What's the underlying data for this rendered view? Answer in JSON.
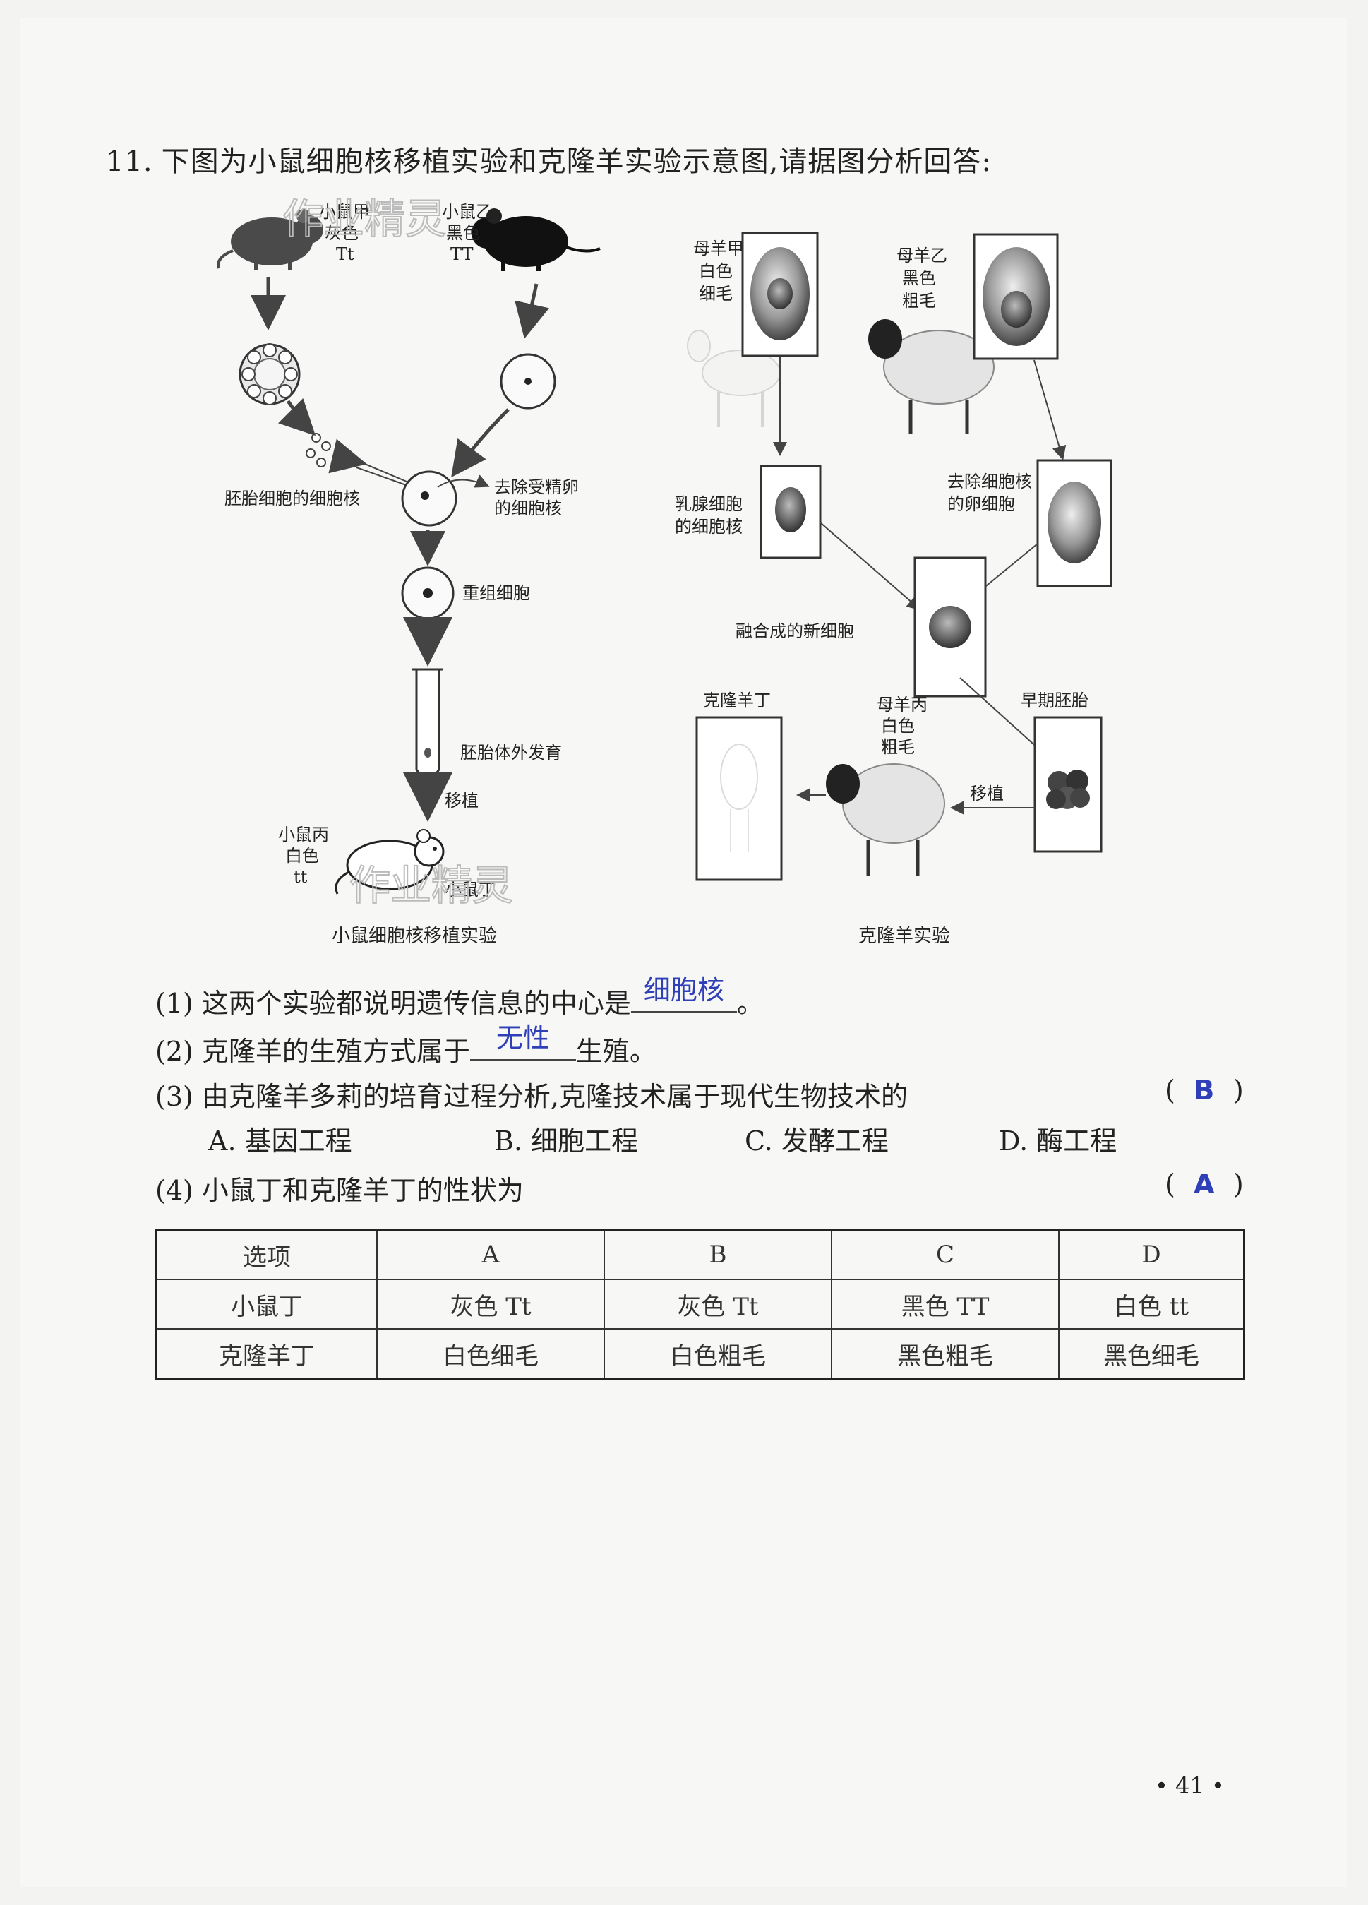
{
  "question": {
    "number": "11.",
    "text": "下图为小鼠细胞核移植实验和克隆羊实验示意图,请据图分析回答:"
  },
  "watermark": "作业精灵",
  "mouse_diagram": {
    "mouse_a": [
      "小鼠甲",
      "灰色",
      "Tt"
    ],
    "mouse_b": [
      "小鼠乙",
      "黑色",
      "TT"
    ],
    "embryo_nucleus": "胚胎细胞的细胞核",
    "remove_nucleus": [
      "去除受精卵",
      "的细胞核"
    ],
    "recombined": "重组细胞",
    "in_vitro": "胚胎体外发育",
    "transplant": "移植",
    "mouse_c": [
      "小鼠丙",
      "白色",
      "tt"
    ],
    "mouse_d": "小鼠丁",
    "caption": "小鼠细胞核移植实验"
  },
  "sheep_diagram": {
    "ewe_a": [
      "母羊甲",
      "白色",
      "细毛"
    ],
    "ewe_b": [
      "母羊乙",
      "黑色",
      "粗毛"
    ],
    "mammary": [
      "乳腺细胞",
      "的细胞核"
    ],
    "enucleated": [
      "去除细胞核",
      "的卵细胞"
    ],
    "fused": "融合成的新细胞",
    "early_embryo": "早期胚胎",
    "clone": "克隆羊丁",
    "ewe_c": [
      "母羊丙",
      "白色",
      "粗毛"
    ],
    "transplant": "移植",
    "caption": "克隆羊实验"
  },
  "subquestions": {
    "q1_pre": "(1) 这两个实验都说明遗传信息的中心是",
    "q1_ans": "细胞核",
    "q1_post": "。",
    "q2_pre": "(2) 克隆羊的生殖方式属于",
    "q2_ans": "无性",
    "q2_post": "生殖。",
    "q3": "(3) 由克隆羊多莉的培育过程分析,克隆技术属于现代生物技术的",
    "q3_open": "(",
    "q3_ans": "B",
    "q3_close": ")",
    "q3_options": [
      "A. 基因工程",
      "B. 细胞工程",
      "C. 发酵工程",
      "D. 酶工程"
    ],
    "q4": "(4) 小鼠丁和克隆羊丁的性状为",
    "q4_open": "(",
    "q4_ans": "A",
    "q4_close": ")"
  },
  "table": {
    "header": [
      "选项",
      "A",
      "B",
      "C",
      "D"
    ],
    "rows": [
      [
        "小鼠丁",
        "灰色 Tt",
        "灰色 Tt",
        "黑色 TT",
        "白色 tt"
      ],
      [
        "克隆羊丁",
        "白色细毛",
        "白色粗毛",
        "黑色粗毛",
        "黑色细毛"
      ]
    ]
  },
  "page_number": "• 41 •"
}
